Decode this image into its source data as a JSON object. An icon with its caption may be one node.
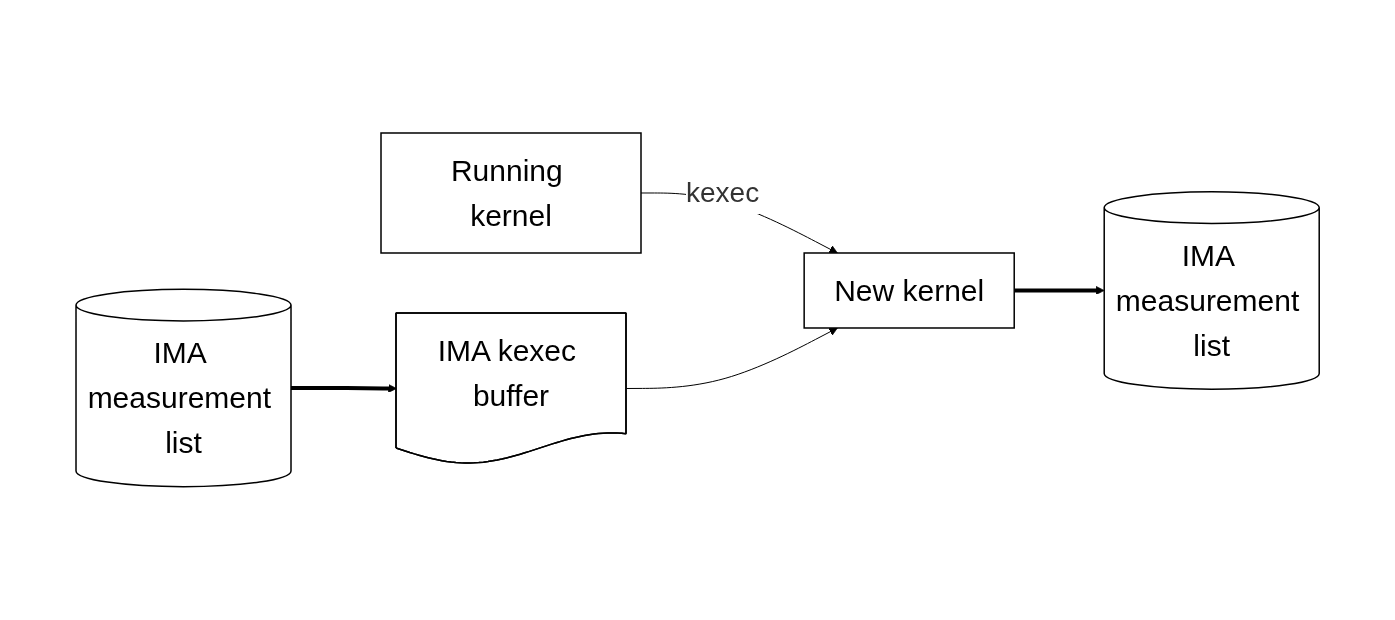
{
  "diagram": {
    "nodes": [
      {
        "text": [
          "Running kernel"
        ]
      },
      {
        "text": [
          "New kernel"
        ]
      },
      {
        "text": [
          "IMA measurement list"
        ]
      },
      {
        "text": [
          "IMA kexec buffer"
        ]
      },
      {
        "text": [
          "IMA measurement list"
        ]
      }
    ],
    "edges": [
      {
        "from": 0,
        "to": 1,
        "arrow": "to",
        "label": "kexec"
      },
      {
        "from": 3,
        "to": 1,
        "arrow": "to"
      },
      {
        "from": 2,
        "to": 3,
        "arrow": "to",
        "style": "thick"
      },
      {
        "from": 1,
        "to": 4,
        "arrow": "to",
        "style": "thick"
      }
    ]
  }
}
